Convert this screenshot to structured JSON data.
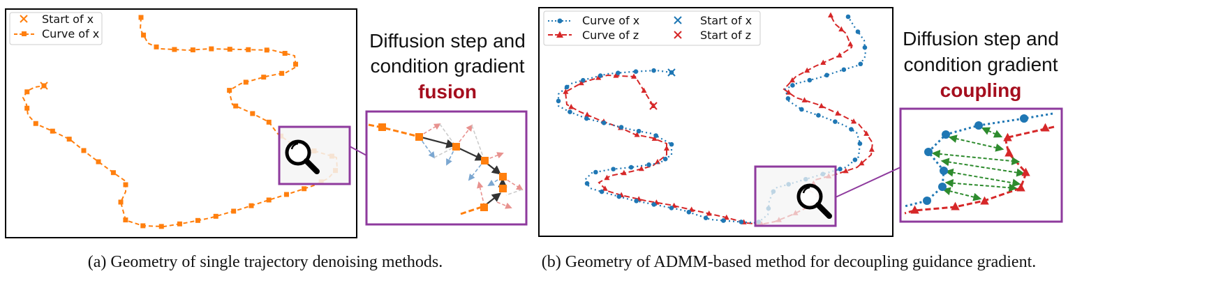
{
  "panel_a": {
    "legend": {
      "start": "Start of x",
      "curve": "Curve of x"
    },
    "text": {
      "line1": "Diffusion step and",
      "line2": "condition gradient",
      "accent": "fusion"
    },
    "caption": "(a) Geometry of single trajectory denoising methods."
  },
  "panel_b": {
    "legend": {
      "curve_x": "Curve of x",
      "curve_z": "Curve of z",
      "start_x": "Start of x",
      "start_z": "Start of z"
    },
    "text": {
      "line1": "Diffusion step and",
      "line2": "condition gradient",
      "accent": "coupling"
    },
    "caption": "(b) Geometry of ADMM-based method for decoupling guidance gradient."
  },
  "colors": {
    "orange": "#ff7f0e",
    "blue": "#1f77b4",
    "red": "#d62728",
    "purple": "#8e3a9d",
    "accent": "#a50e1e",
    "green": "#2e8b2e"
  },
  "icons": [
    "magnifier-icon"
  ]
}
